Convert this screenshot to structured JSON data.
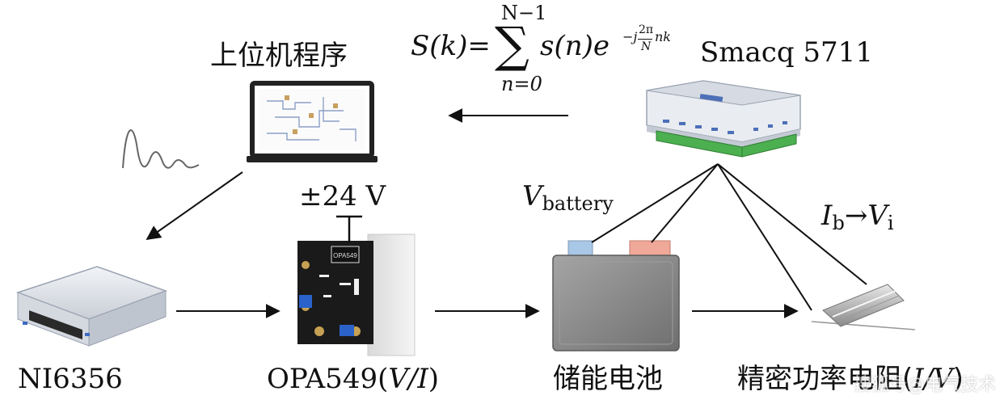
{
  "labels": {
    "host_program": "上位机程序",
    "daq_device": "Smacq 5711",
    "ni_device": "NI6356",
    "opa_prefix": "OPA549(",
    "opa_vi": "V/I",
    "opa_suffix": ")",
    "battery": "储能电池",
    "resistor_prefix": "精密功率电阻(",
    "resistor_iv": "I/V",
    "resistor_suffix": ")",
    "supply_voltage": "±24 V",
    "v_battery_sym": "V",
    "v_battery_sub": "battery",
    "ib_sym": "I",
    "ib_sub": "b",
    "arrow_sym": "→",
    "vi_sym": "V",
    "vi_sub": "i",
    "watermark": "搜狐号@电气技术"
  },
  "formula": {
    "lhs": "S(k)=",
    "sum_upper": "N−1",
    "sum_lower": "n=0",
    "sigma": "∑",
    "term": "s(n)e",
    "exp_prefix": "−j",
    "exp_num": "2π",
    "exp_den": "N",
    "exp_suffix": "nk"
  },
  "chip_label": "OPA549",
  "colors": {
    "battery_body": "#8b8b8b",
    "battery_terminal_neg": "#a9c7e6",
    "battery_terminal_pos": "#f0a898",
    "daq_green": "#4caf50",
    "daq_blue": "#4c6fb8",
    "pcb": "#1a1a1a",
    "laptop": "#222222"
  }
}
